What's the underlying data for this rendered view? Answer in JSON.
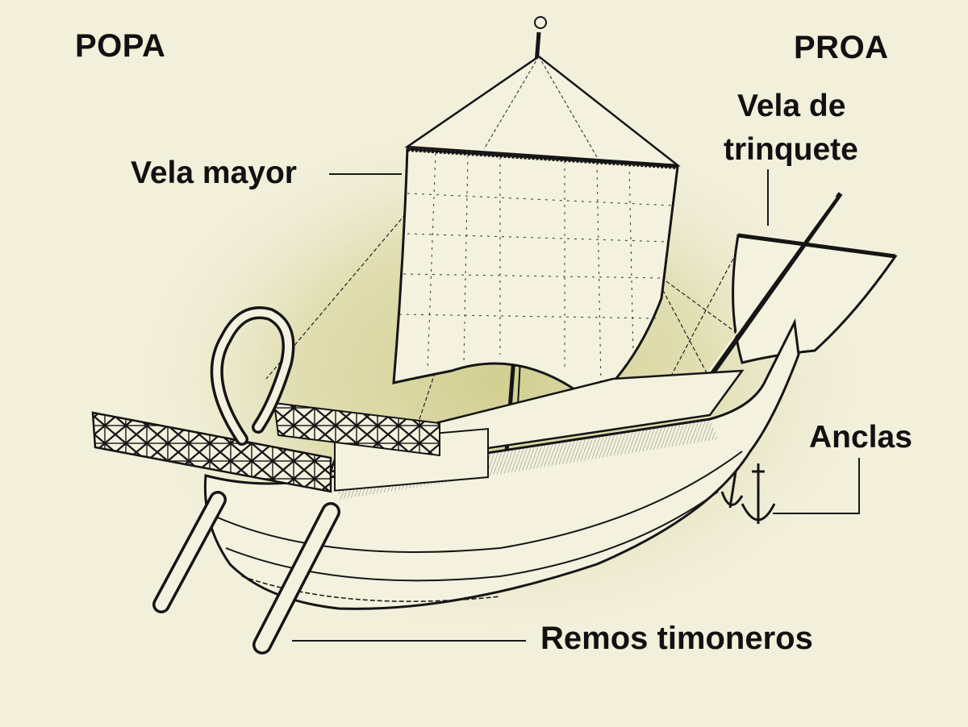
{
  "diagram": {
    "subject": "Roman merchant ship illustration",
    "labels": {
      "stern": "POPA",
      "bow": "PROA",
      "mainsail": "Vela mayor",
      "foresail_line1": "Vela de",
      "foresail_line2": "trinquete",
      "anchors": "Anclas",
      "steering_oars": "Remos timoneros"
    },
    "colors": {
      "background": "#f2efdb",
      "halo": "#d6d49a",
      "ink": "#151515",
      "paper": "#f4f1de"
    }
  }
}
